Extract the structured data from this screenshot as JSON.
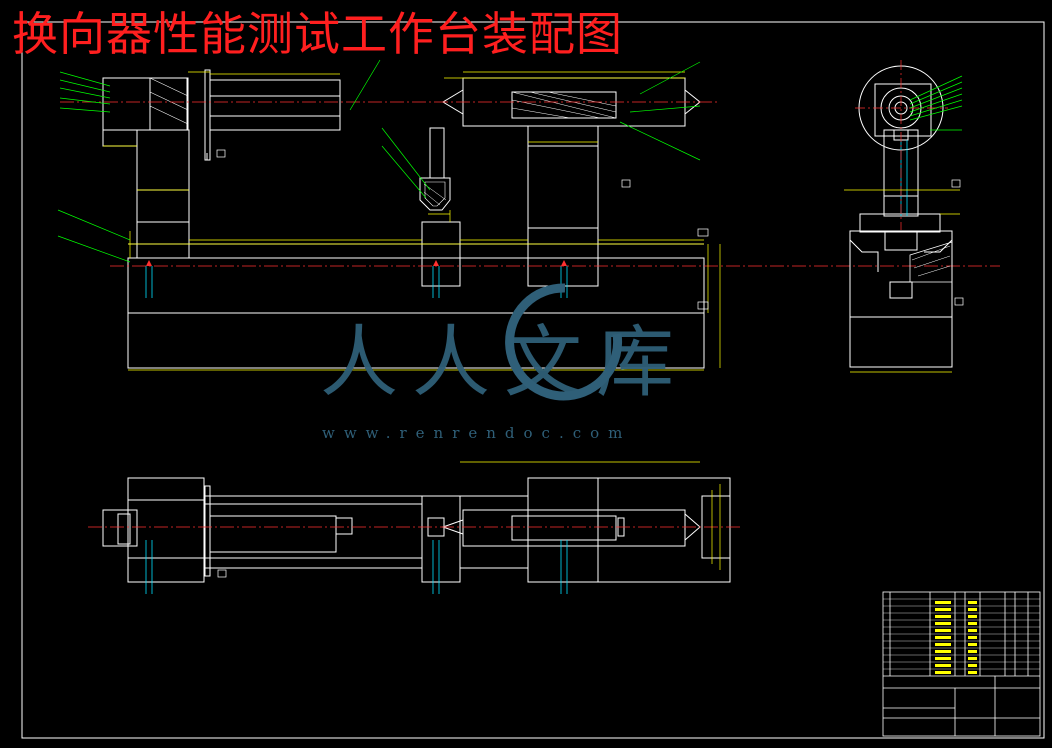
{
  "title": "换向器性能测试工作台装配图",
  "watermark": {
    "cn": "人人文库",
    "url": "www.renrendoc.com"
  },
  "colors": {
    "background": "#000000",
    "outline": "#ffffff",
    "dimension": "#ffff00",
    "leader": "#00ff00",
    "centerline": "#ff3030",
    "hidden": "#00e0ff",
    "title": "#ff1f1f"
  }
}
